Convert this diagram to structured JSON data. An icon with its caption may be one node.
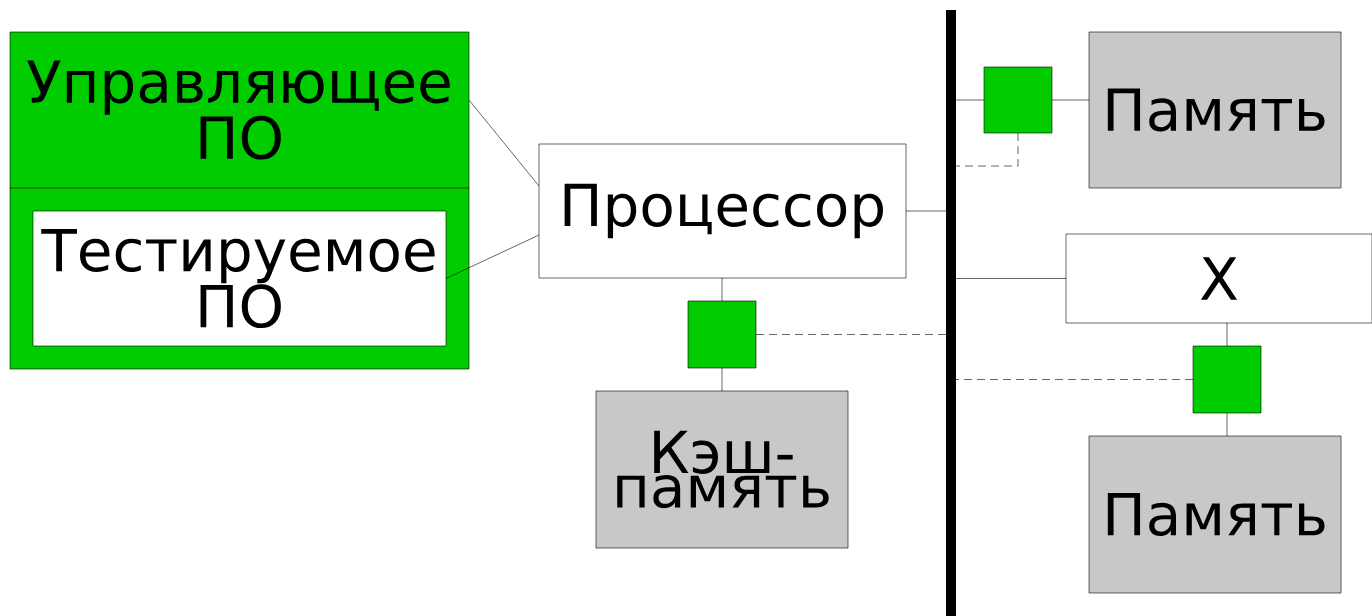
{
  "diagram": {
    "nodes": [
      {
        "text": [
          "Управляющее ПО"
        ]
      },
      {
        "text": [
          "Тестируемое ПО"
        ],
        "in": 0
      },
      {
        "text": [
          "Процессор"
        ]
      },
      {
        "text": [],
        "shape": "box"
      },
      {
        "text": [
          "Кэш-память"
        ]
      },
      {
        "text": [],
        "shape": "bar"
      },
      {
        "text": [],
        "shape": "box"
      },
      {
        "text": [
          "Память"
        ]
      },
      {
        "text": [
          "X"
        ]
      },
      {
        "text": [],
        "shape": "box"
      },
      {
        "text": [
          "Память"
        ]
      }
    ],
    "edges": [
      {
        "from": 0,
        "to": 2,
        "arrow": "none"
      },
      {
        "from": 1,
        "to": 2,
        "arrow": "none"
      },
      {
        "from": 2,
        "to": 5,
        "arrow": "none"
      },
      {
        "from": 2,
        "to": 3,
        "arrow": "none"
      },
      {
        "from": 3,
        "to": 4,
        "arrow": "none"
      },
      {
        "from": 3,
        "to": 5,
        "arrow": "none",
        "style": "dashed"
      },
      {
        "from": 5,
        "to": 6,
        "arrow": "none"
      },
      {
        "from": 6,
        "to": 7,
        "arrow": "none"
      },
      {
        "from": 6,
        "to": 5,
        "arrow": "none",
        "style": "dashed"
      },
      {
        "from": 5,
        "to": 8,
        "arrow": "none"
      },
      {
        "from": 8,
        "to": 9,
        "arrow": "none"
      },
      {
        "from": 9,
        "to": 10,
        "arrow": "none"
      },
      {
        "from": 9,
        "to": 5,
        "arrow": "none",
        "style": "dashed"
      }
    ]
  }
}
